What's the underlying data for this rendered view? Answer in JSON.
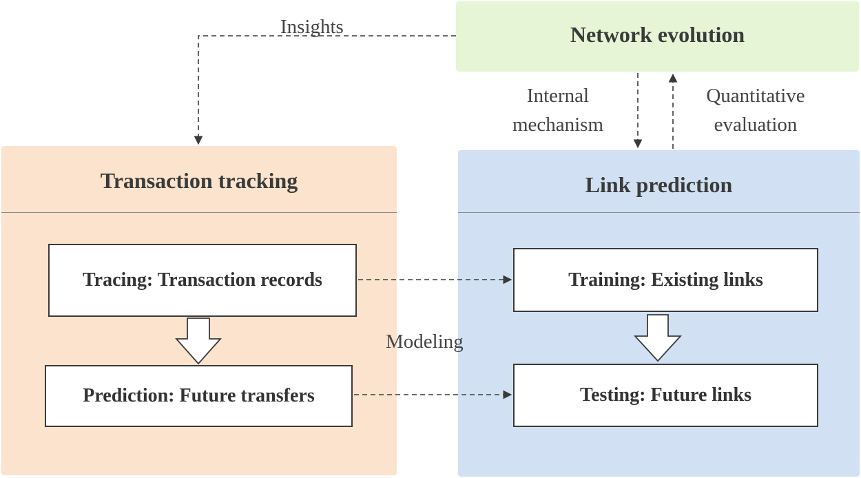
{
  "colors": {
    "network_fill": "#e6f5d6",
    "tracking_fill": "#fbe3cd",
    "link_fill": "#d1e1f3",
    "line": "#3a3a3a"
  },
  "panels": {
    "network_evolution": {
      "title": "Network evolution"
    },
    "transaction_tracking": {
      "title": "Transaction tracking"
    },
    "link_prediction": {
      "title": "Link prediction"
    }
  },
  "boxes": {
    "tracing": "Tracing: Transaction records",
    "prediction": "Prediction: Future transfers",
    "training": "Training: Existing links",
    "testing": "Testing: Future links"
  },
  "labels": {
    "insights": "Insights",
    "internal_line1": "Internal",
    "internal_line2": "mechanism",
    "quantitative_line1": "Quantitative",
    "quantitative_line2": "evaluation",
    "modeling": "Modeling"
  }
}
